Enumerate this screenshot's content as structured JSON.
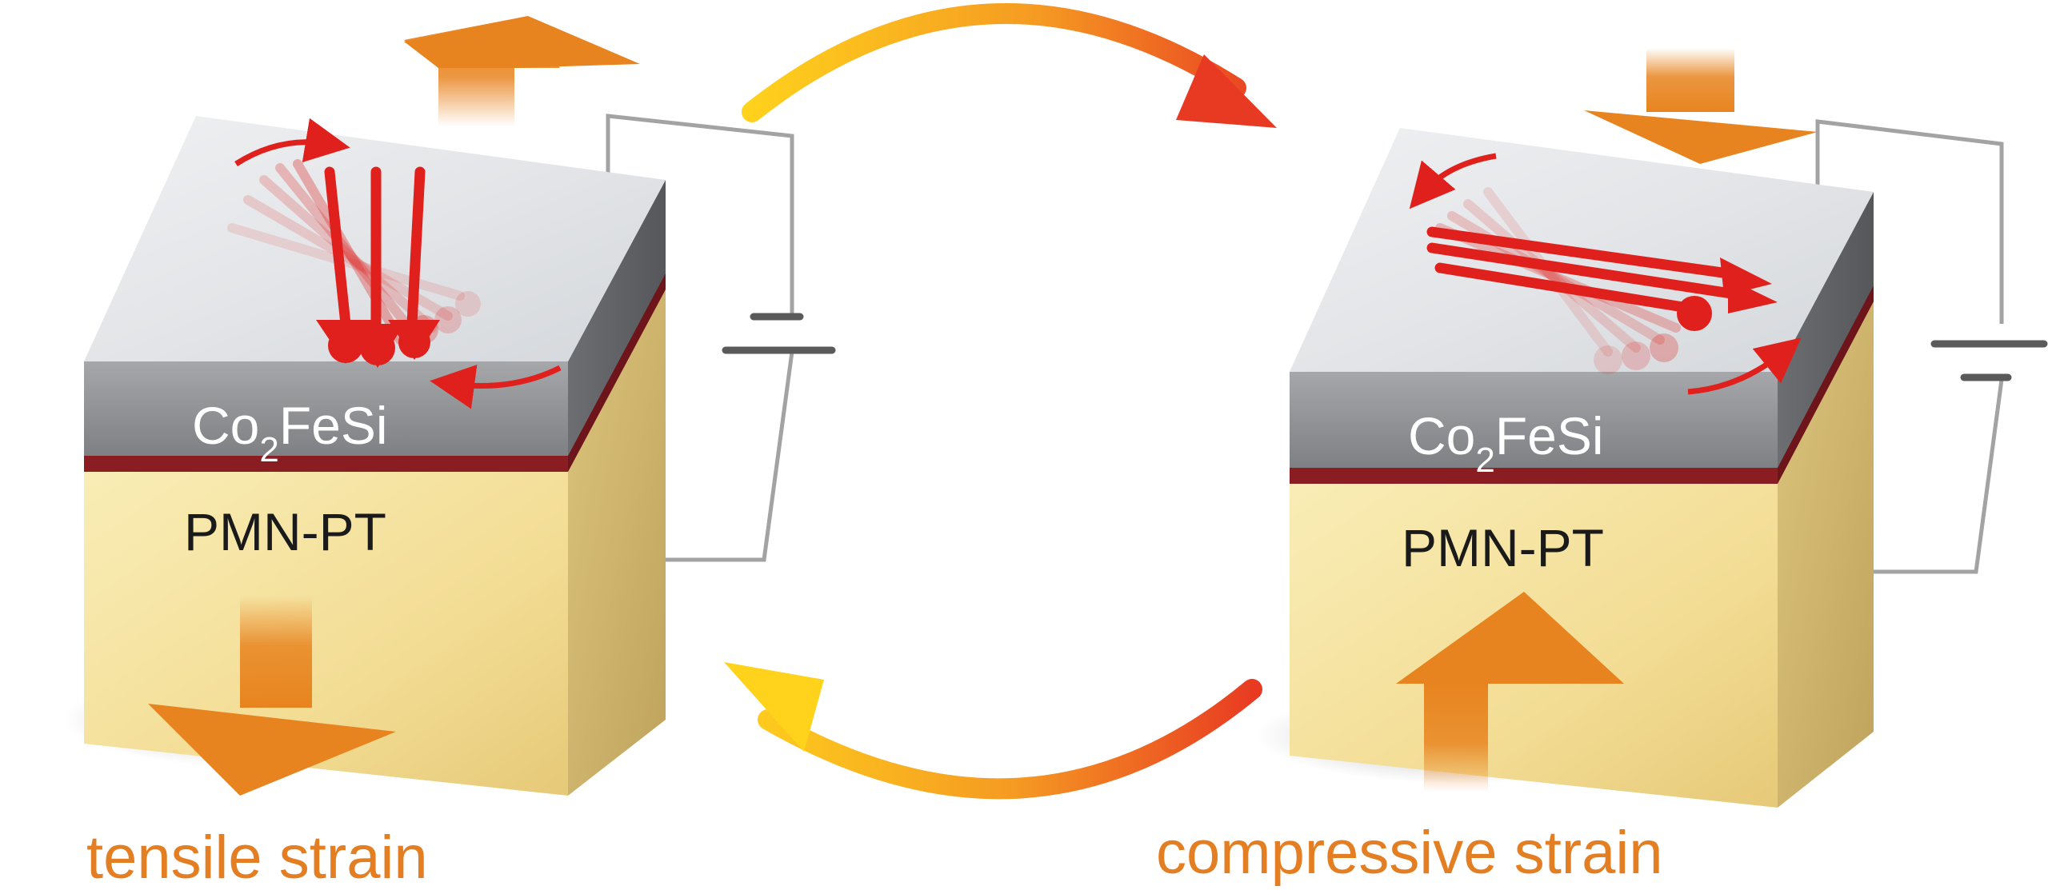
{
  "left_device": {
    "top_layer_label": {
      "main": "Co",
      "sub": "2",
      "rest": "FeSi"
    },
    "substrate_label": "PMN-PT",
    "caption": "tensile strain"
  },
  "right_device": {
    "top_layer_label": {
      "main": "Co",
      "sub": "2",
      "rest": "FeSi"
    },
    "substrate_label": "PMN-PT",
    "caption": "compressive strain"
  },
  "colors": {
    "caption": "#e37f22",
    "strain_arrow": "#e8841f",
    "magnetization_arrow": "#e0201c",
    "cycle_start": "#ffd21c",
    "cycle_end": "#e83a22",
    "substrate": "#f6e3a0",
    "film_top": "#e7e9ec",
    "film_side": "#8b8d90",
    "interface": "#8a1d22",
    "circuit_wire": "#a3a3a3",
    "battery_plate": "#5a5a5a"
  }
}
